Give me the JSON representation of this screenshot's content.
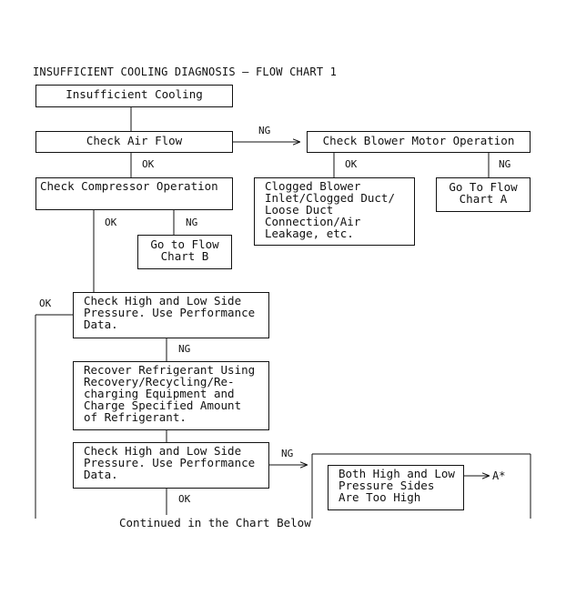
{
  "title": "INSUFFICIENT COOLING DIAGNOSIS – FLOW CHART 1",
  "nodes": {
    "insufficient_cooling": "Insufficient Cooling",
    "check_air_flow": "Check Air Flow",
    "check_blower_motor": "Check Blower Motor Operation",
    "check_compressor": "Check Compressor Operation",
    "clogged_blower": "Clogged Blower\nInlet/Clogged Duct/\nLoose Duct\nConnection/Air\nLeakage, etc.",
    "go_to_chart_a": "Go To Flow\nChart A",
    "go_to_chart_b": "Go to Flow\nChart B",
    "check_pressure_1": "Check High and Low Side\nPressure. Use Performance\nData.",
    "recover_refrigerant": "Recover Refrigerant Using\nRecovery/Recycling/Re-\ncharging Equipment and\nCharge Specified Amount\nof Refrigerant.",
    "check_pressure_2": "Check High and Low Side\nPressure. Use Performance\nData.",
    "both_high": "Both High and Low\nPressure Sides\nAre Too High"
  },
  "labels": {
    "ng_air_flow": "NG",
    "ok_air_flow": "OK",
    "ok_blower": "OK",
    "ng_blower": "NG",
    "ok_compressor": "OK",
    "ng_compressor": "NG",
    "ok_left": "OK",
    "ng_pressure_1": "NG",
    "ng_pressure_2": "NG",
    "ok_pressure_2": "OK",
    "a_star": "A*"
  },
  "footer": "Continued in the Chart Below"
}
